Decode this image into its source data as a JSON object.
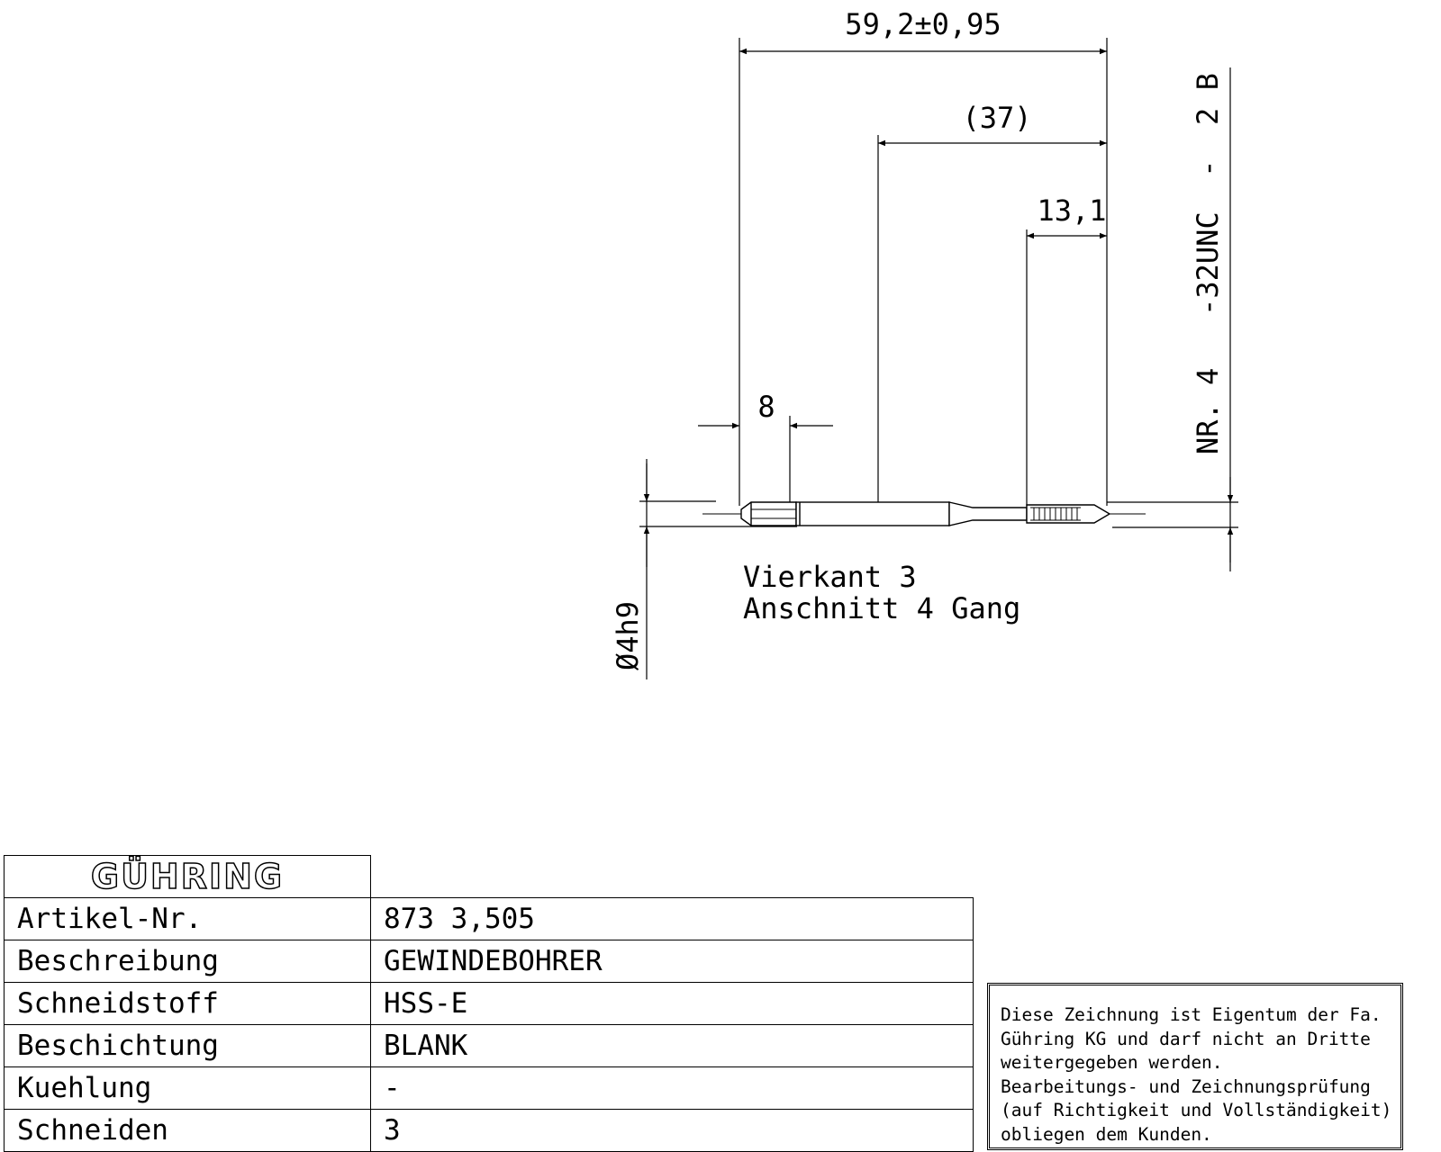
{
  "dimensions": {
    "overall_length": "59,2±0,95",
    "length_37": "(37)",
    "thread_length": "13,1",
    "square_length": "8",
    "shank_diameter": "Ø4h9",
    "thread_spec": "NR. 4   -32UNC  -  2 B"
  },
  "notes": {
    "line1": "Vierkant 3",
    "line2": "Anschnitt 4 Gang"
  },
  "title_block": {
    "logo": "GÜHRING",
    "rows": [
      {
        "label": "Artikel-Nr.",
        "value": "873 3,505"
      },
      {
        "label": "Beschreibung",
        "value": "GEWINDEBOHRER"
      },
      {
        "label": "Schneidstoff",
        "value": "HSS-E"
      },
      {
        "label": "Beschichtung",
        "value": "BLANK"
      },
      {
        "label": "Kuehlung",
        "value": "-"
      },
      {
        "label": "Schneiden",
        "value": "3"
      }
    ]
  },
  "disclaimer": {
    "lines": [
      "Diese Zeichnung ist Eigentum der Fa.",
      "Gühring KG und darf nicht an Dritte",
      "weitergegeben werden.",
      "Bearbeitungs- und Zeichnungsprüfung",
      "(auf Richtigkeit und Vollständigkeit)",
      "obliegen dem Kunden."
    ]
  }
}
